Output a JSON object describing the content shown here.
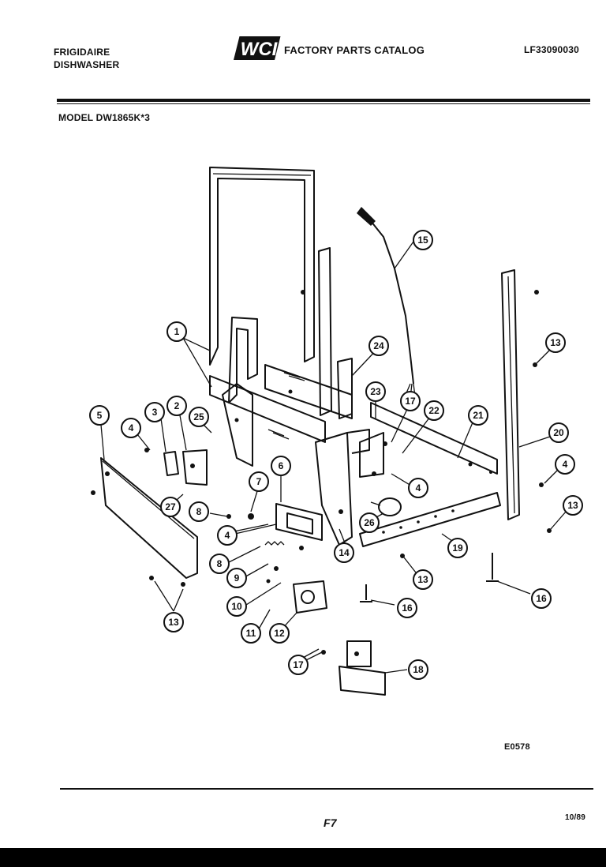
{
  "header": {
    "brand": "FRIGIDAIRE",
    "product": "DISHWASHER",
    "logo": "WCI",
    "catalog_title": "FACTORY PARTS CATALOG",
    "catalog_code": "LF33090030",
    "model": "MODEL DW1865K*3"
  },
  "figure_code": "E0578",
  "footer": {
    "page": "F7",
    "date": "10/89"
  },
  "callouts": [
    {
      "id": "c1",
      "label": "1"
    },
    {
      "id": "c2",
      "label": "2"
    },
    {
      "id": "c3",
      "label": "3"
    },
    {
      "id": "c4a",
      "label": "4"
    },
    {
      "id": "c4b",
      "label": "4"
    },
    {
      "id": "c4c",
      "label": "4"
    },
    {
      "id": "c4d",
      "label": "4"
    },
    {
      "id": "c5",
      "label": "5"
    },
    {
      "id": "c6",
      "label": "6"
    },
    {
      "id": "c7",
      "label": "7"
    },
    {
      "id": "c8a",
      "label": "8"
    },
    {
      "id": "c8b",
      "label": "8"
    },
    {
      "id": "c9",
      "label": "9"
    },
    {
      "id": "c10",
      "label": "10"
    },
    {
      "id": "c11",
      "label": "11"
    },
    {
      "id": "c12",
      "label": "12"
    },
    {
      "id": "c13a",
      "label": "13"
    },
    {
      "id": "c13b",
      "label": "13"
    },
    {
      "id": "c13c",
      "label": "13"
    },
    {
      "id": "c13d",
      "label": "13"
    },
    {
      "id": "c14",
      "label": "14"
    },
    {
      "id": "c15",
      "label": "15"
    },
    {
      "id": "c16a",
      "label": "16"
    },
    {
      "id": "c16b",
      "label": "16"
    },
    {
      "id": "c17a",
      "label": "17"
    },
    {
      "id": "c17b",
      "label": "17"
    },
    {
      "id": "c18",
      "label": "18"
    },
    {
      "id": "c19",
      "label": "19"
    },
    {
      "id": "c20",
      "label": "20"
    },
    {
      "id": "c21",
      "label": "21"
    },
    {
      "id": "c22",
      "label": "22"
    },
    {
      "id": "c23",
      "label": "23"
    },
    {
      "id": "c24",
      "label": "24"
    },
    {
      "id": "c25",
      "label": "25"
    },
    {
      "id": "c26",
      "label": "26"
    },
    {
      "id": "c27",
      "label": "27"
    }
  ]
}
